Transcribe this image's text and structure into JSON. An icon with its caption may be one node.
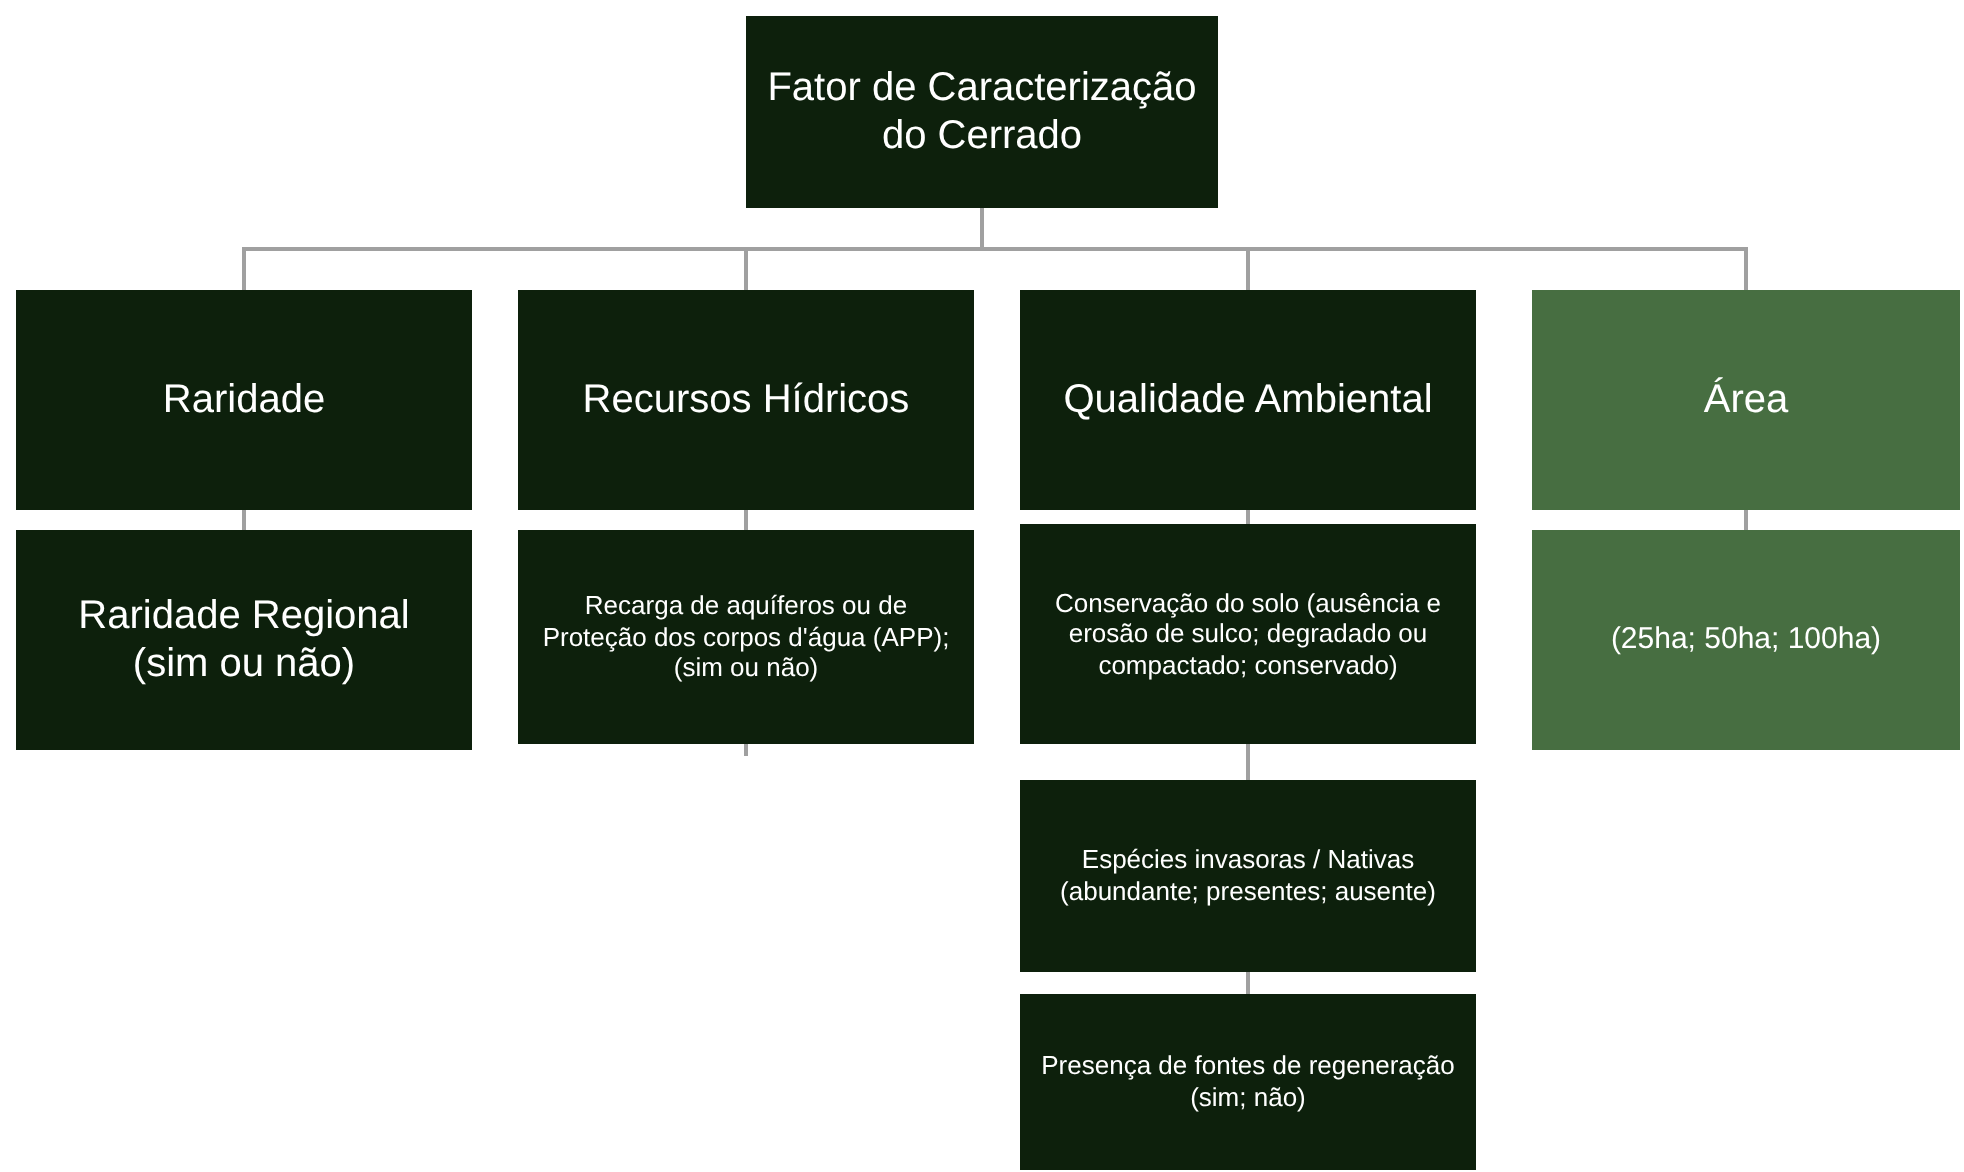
{
  "diagram": {
    "nodes": [
      {
        "text": [
          "Fator de Caracterização do Cerrado"
        ]
      },
      {
        "text": [
          "Raridade"
        ]
      },
      {
        "text": [
          "Recursos Hídricos"
        ]
      },
      {
        "text": [
          "Qualidade Ambiental"
        ]
      },
      {
        "text": [
          "Área"
        ]
      },
      {
        "text": [
          "Raridade Regional (sim ou não)"
        ]
      },
      {
        "text": [
          "Recarga de aquíferos ou de Proteção dos corpos d'água (APP); (sim ou não)"
        ]
      },
      {
        "text": [
          "Conservação do solo (ausência e erosão de sulco; degradado ou compactado; conservado)"
        ]
      },
      {
        "text": [
          "(25ha; 50ha; 100ha)"
        ]
      },
      {
        "text": [
          "Espécies invasoras / Nativas (abundante; presentes; ausente)"
        ]
      },
      {
        "text": [
          "Presença de fontes de regeneração (sim; não)"
        ]
      }
    ],
    "edges": [
      {
        "from": 0,
        "to": 1,
        "arrow": "none"
      },
      {
        "from": 0,
        "to": 2,
        "arrow": "none"
      },
      {
        "from": 0,
        "to": 3,
        "arrow": "none"
      },
      {
        "from": 0,
        "to": 4,
        "arrow": "none"
      },
      {
        "from": 1,
        "to": 5,
        "arrow": "none"
      },
      {
        "from": 2,
        "to": 6,
        "arrow": "none"
      },
      {
        "from": 3,
        "to": 7,
        "arrow": "none"
      },
      {
        "from": 4,
        "to": 8,
        "arrow": "none"
      },
      {
        "from": 7,
        "to": 9,
        "arrow": "none"
      },
      {
        "from": 9,
        "to": 10,
        "arrow": "none"
      },
      {
        "from": 6,
        "to": null,
        "arrow": "none"
      }
    ]
  }
}
